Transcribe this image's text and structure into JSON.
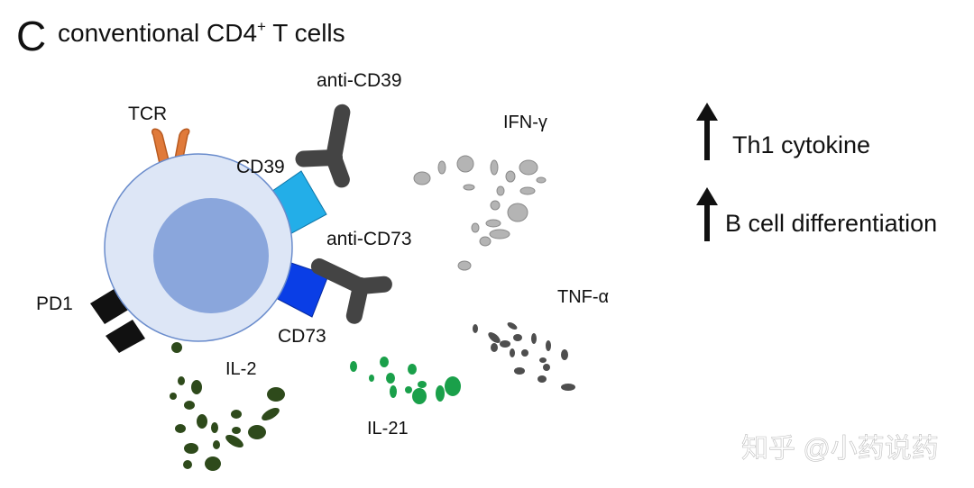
{
  "panel": {
    "letter": "C",
    "title_main": "conventional CD4",
    "title_sup": "+",
    "title_end": " T cells"
  },
  "labels": {
    "tcr": "TCR",
    "pd1": "PD1",
    "cd39": "CD39",
    "cd73": "CD73",
    "anti_cd39": "anti-CD39",
    "anti_cd73": "anti-CD73"
  },
  "cytokines": {
    "ifn_gamma": "IFN-γ",
    "tnf_alpha": "TNF-α",
    "il2": "IL-2",
    "il21": "IL-21"
  },
  "effects": [
    {
      "arrow": "up",
      "label": "Th1 cytokine"
    },
    {
      "arrow": "up",
      "label": "B cell differentiation"
    }
  ],
  "watermark": "知乎 @小药说药",
  "colors": {
    "cell_membrane": "#dde6f6",
    "cell_border": "#6a8ccc",
    "nucleus": "#8aa6dc",
    "tcr": "#e07a3a",
    "cd39": "#23aee8",
    "cd73": "#0a3ee6",
    "antibody": "#444444",
    "pd1": "#111111",
    "ifn_gamma": "#a8a8a8",
    "tnf_alpha": "#4e4e4e",
    "il2": "#2e4a1b",
    "il21": "#1aa04a"
  }
}
